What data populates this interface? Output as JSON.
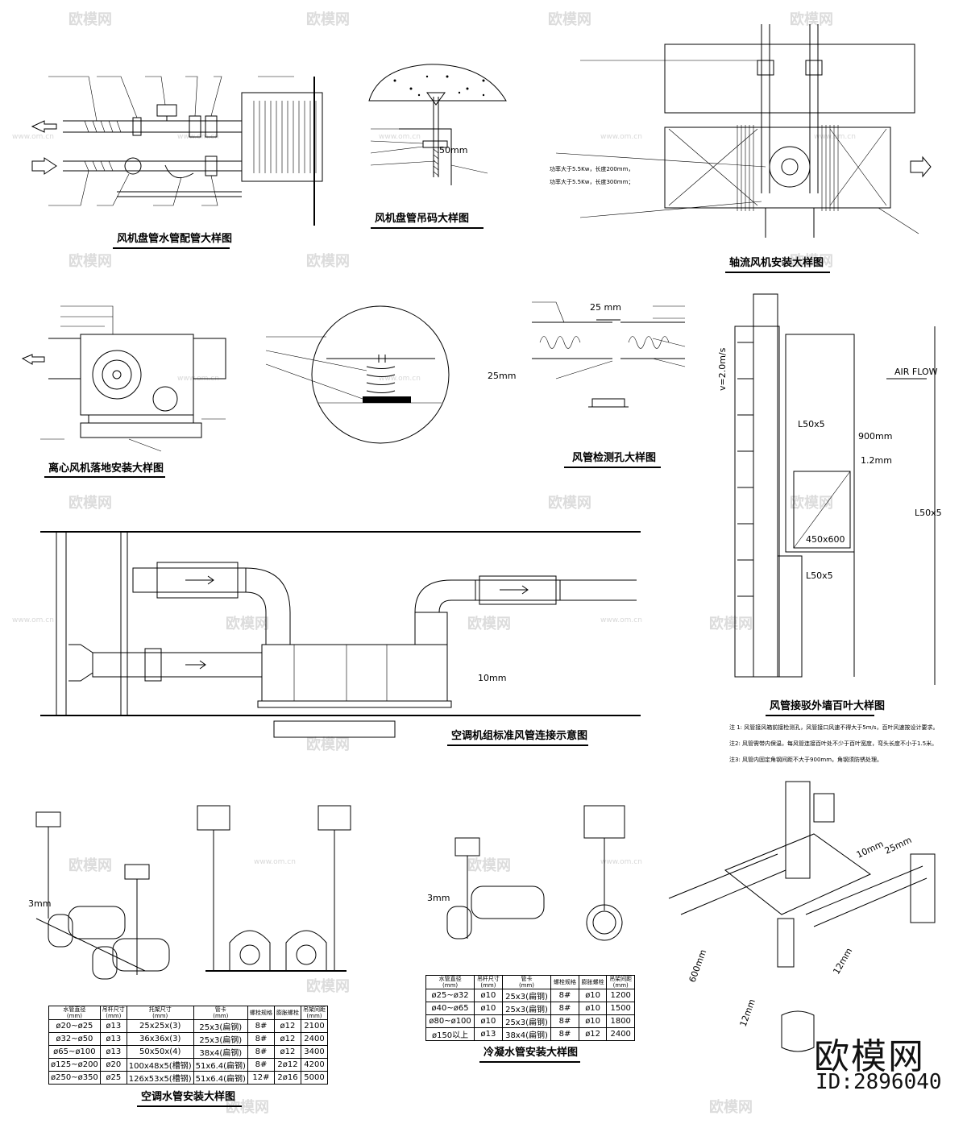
{
  "titles": {
    "fcu_pipe": "风机盘管水管配管大样图",
    "fcu_hanger": "风机盘管吊码大样图",
    "axial_fan": "轴流风机安装大样图",
    "centrifugal_fan": "离心风机落地安装大样图",
    "duct_test_hole": "风管检测孔大样图",
    "louver": "风管接驳外墙百叶大样图",
    "ahu_duct": "空调机组标准风管连接示意图",
    "ac_water_pipe": "空调水管安装大样图",
    "cond_pipe": "冷凝水管安装大样图"
  },
  "labels": {
    "hanger_50mm": "50mm",
    "axial_note_1": "功率大于5.5Kw，长度200mm，",
    "axial_note_2": "功率大于5.5Kw，长度300mm；",
    "test_25mm": "25 mm",
    "test_25mm_note": "25mm",
    "ahu_10mm": "10mm",
    "air_flow": "AIR FLOW",
    "velocity": "v=2.0m/s",
    "l50_1": "L50x5",
    "l50_2": "L50x5",
    "l50_3": "L50x5",
    "dim_900": "900mm",
    "sheet_12": "1.2mm",
    "door_450": "450x600",
    "pipe_3mm_a": "3mm",
    "pipe_3mm_b": "3mm",
    "steel_10mm": "10mm",
    "steel_25mm": "25mm",
    "steel_600mm": "600mm",
    "steel_12mm_a": "12mm",
    "steel_12mm_b": "12mm"
  },
  "notes": {
    "n1": "注 1:  风管接风箱前接检测孔，风管接口风速不得大于5m/s，百叶风速按设计要求。",
    "n2": "注2:  风管需带内保温，每风管连接百叶处不少于百叶宽度，弯头长度不小于1.5米。",
    "n3": "注3:  风管内固定角钢间距不大于900mm，角钢须防锈处理。"
  },
  "water_table": {
    "headers": [
      "水管直径\n(mm)",
      "吊杆尺寸\n(mm)",
      "托架尺寸\n(mm)",
      "管卡\n(mm)",
      "螺栓规格",
      "膨胀螺栓",
      "吊架间距\n(mm)"
    ],
    "rows": [
      [
        "ø20~ø25",
        "ø13",
        "25x25x(3)",
        "25x3(扁钢)",
        "8#",
        "ø12",
        "2100"
      ],
      [
        "ø32~ø50",
        "ø13",
        "36x36x(3)",
        "25x3(扁钢)",
        "8#",
        "ø12",
        "2400"
      ],
      [
        "ø65~ø100",
        "ø13",
        "50x50x(4)",
        "38x4(扁钢)",
        "8#",
        "ø12",
        "3400"
      ],
      [
        "ø125~ø200",
        "ø20",
        "100x48x5(槽钢)",
        "51x6.4(扁钢)",
        "8#",
        "2ø12",
        "4200"
      ],
      [
        "ø250~ø350",
        "ø25",
        "126x53x5(槽钢)",
        "51x6.4(扁钢)",
        "12#",
        "2ø16",
        "5000"
      ]
    ]
  },
  "cond_table": {
    "headers": [
      "水管直径\n(mm)",
      "吊杆尺寸\n(mm)",
      "管卡\n(mm)",
      "螺栓规格",
      "膨胀螺栓",
      "吊架间距\n(mm)"
    ],
    "rows": [
      [
        "ø25~ø32",
        "ø10",
        "25x3(扁钢)",
        "8#",
        "ø10",
        "1200"
      ],
      [
        "ø40~ø65",
        "ø10",
        "25x3(扁钢)",
        "8#",
        "ø10",
        "1500"
      ],
      [
        "ø80~ø100",
        "ø10",
        "25x3(扁钢)",
        "8#",
        "ø10",
        "1800"
      ],
      [
        "ø150以上",
        "ø13",
        "38x4(扁钢)",
        "8#",
        "ø12",
        "2400"
      ]
    ]
  },
  "watermark": {
    "brand": "欧模网",
    "url": "www.om.cn",
    "id": "ID:2896040"
  }
}
